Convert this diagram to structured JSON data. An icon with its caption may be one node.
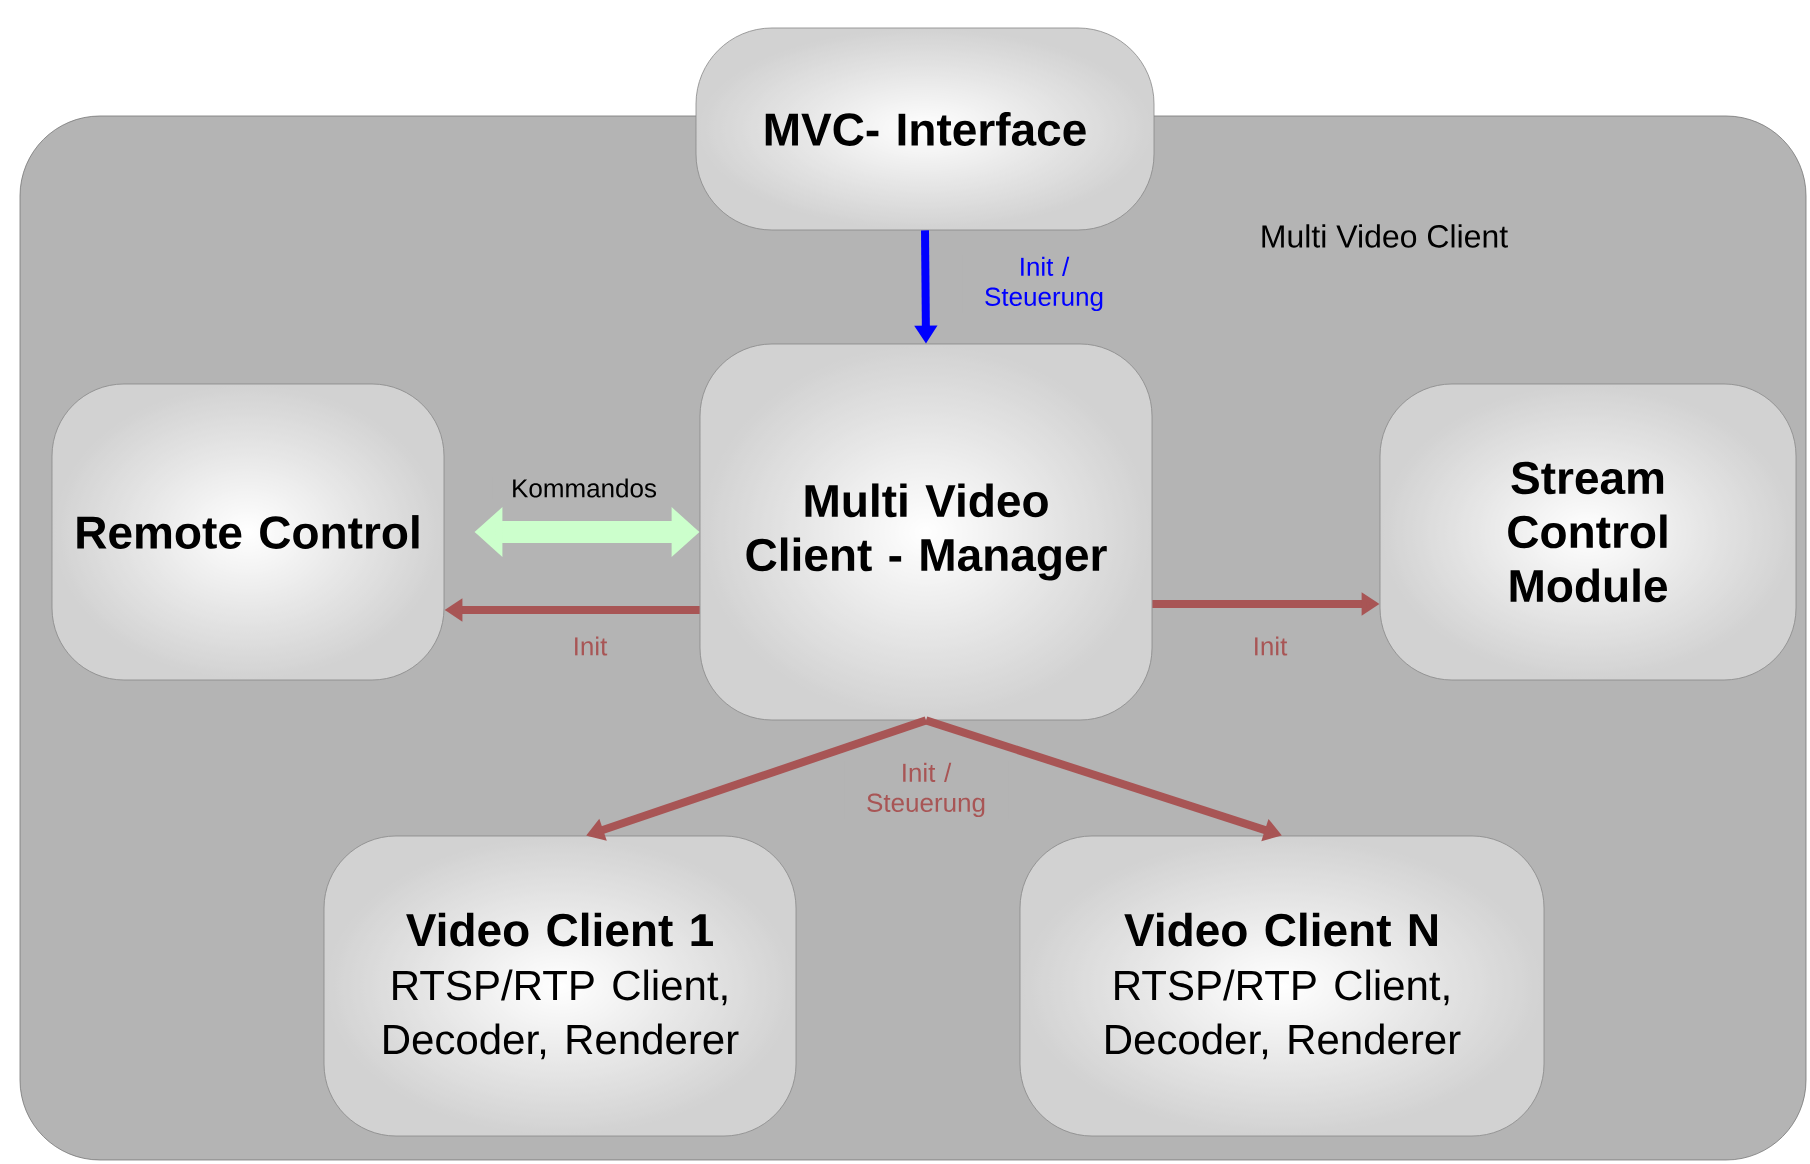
{
  "diagram": {
    "nodes": [
      {
        "text": [
          "Multi Video Client"
        ]
      },
      {
        "text": [
          "MVC- Interface"
        ]
      },
      {
        "text": [
          "Remote Control"
        ],
        "in": 0
      },
      {
        "text": [
          "Multi Video Client - Manager"
        ],
        "in": 0
      },
      {
        "text": [
          "Stream Control Module"
        ],
        "in": 0
      },
      {
        "text": [
          "Video Client 1",
          "RTSP/RTP Client, Decoder, Renderer"
        ],
        "in": 0
      },
      {
        "text": [
          "Video Client N",
          "RTSP/RTP Client, Decoder, Renderer"
        ],
        "in": 0
      }
    ],
    "edges": [
      {
        "from": 1,
        "to": 3,
        "arrow": "to",
        "label": "Init / Steuerung",
        "color": "#0000ff"
      },
      {
        "from": 3,
        "to": 2,
        "arrow": "both",
        "label": "Kommandos",
        "color": "#ccffcc",
        "style": "thick"
      },
      {
        "from": 3,
        "to": 2,
        "arrow": "to",
        "label": "Init"
      },
      {
        "from": 3,
        "to": 4,
        "arrow": "to",
        "label": "Init"
      },
      {
        "from": 3,
        "to": 5,
        "arrow": "to",
        "label": "Init / Steuerung"
      },
      {
        "from": 3,
        "to": 6,
        "arrow": "to"
      }
    ]
  }
}
